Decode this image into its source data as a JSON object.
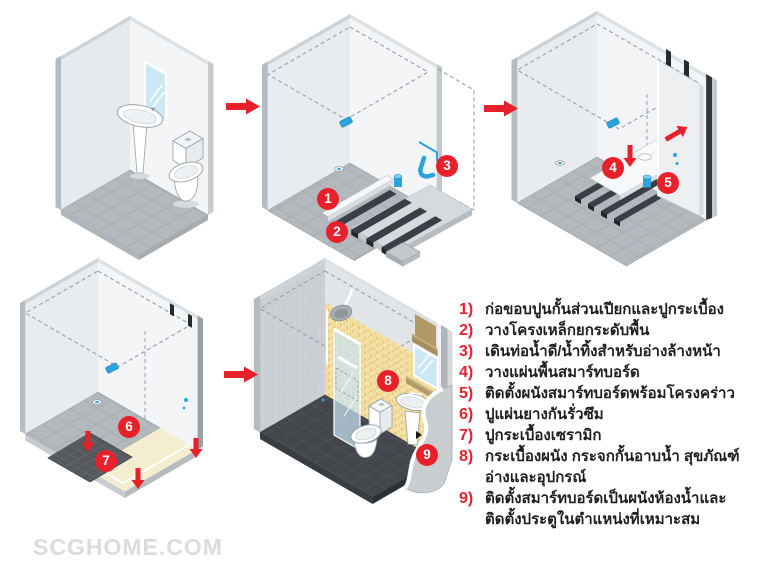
{
  "watermark": "SCGHOME.COM",
  "colors": {
    "accent_red": "#E8202C",
    "pipe_blue": "#2BA3DC",
    "steel_dark": "#26292E",
    "tile_gray": "#B3B8BD",
    "tile_charcoal": "#43474B",
    "rubber_cream": "#F4EDCF",
    "ceramic_dark": "#55595D",
    "mosaic_yellow": "#F2DD9B",
    "wood_tan": "#B29A68",
    "glass_blue": "#C7E3F2",
    "watermark_gray": "#DCDCDC"
  },
  "badges": [
    "1",
    "2",
    "3",
    "4",
    "5",
    "6",
    "7",
    "8",
    "9"
  ],
  "legend": {
    "items": [
      {
        "num": "1)",
        "lines": [
          "ก่อขอบปูนกั้นส่วนเปียกและปูกระเบื้อง"
        ]
      },
      {
        "num": "2)",
        "lines": [
          "วางโครงเหล็กยกระดับพื้น"
        ]
      },
      {
        "num": "3)",
        "lines": [
          "เดินท่อน้ำดี/น้ำทิ้งสำหรับอ่างล้างหน้า"
        ]
      },
      {
        "num": "4)",
        "lines": [
          "วางแผ่นพื้นสมาร์ทบอร์ด"
        ]
      },
      {
        "num": "5)",
        "lines": [
          "ติดตั้งผนังสมาร์ทบอร์ดพร้อมโครงคร่าว"
        ]
      },
      {
        "num": "6)",
        "lines": [
          "ปูแผ่นยางกันรั่วซึม"
        ]
      },
      {
        "num": "7)",
        "lines": [
          "ปูกระเบื้องเซรามิก"
        ]
      },
      {
        "num": "8)",
        "lines": [
          "กระเบื้องผนัง  กระจกกั้นอาบน้ำ สุขภัณฑ์",
          "อ่างและอุปกรณ์"
        ]
      },
      {
        "num": "9)",
        "lines": [
          "ติดตั้งสมาร์ทบอร์ดเป็นผนังห้องน้ำและ",
          "ติดตั้งประตูในตำแหน่งที่เหมาะสม"
        ]
      }
    ]
  }
}
